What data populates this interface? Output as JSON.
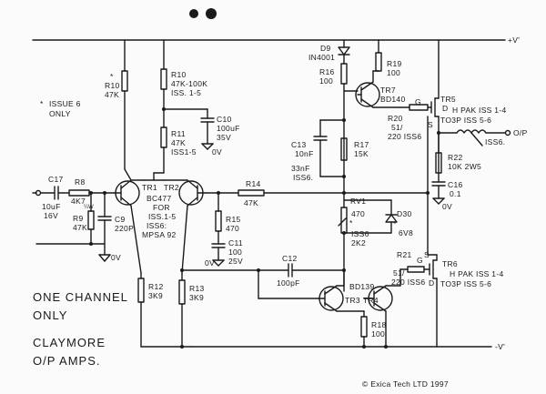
{
  "rails": {
    "positive": "+V'",
    "negative": "-V'"
  },
  "input_label": "",
  "output_label": "O/P",
  "notes": {
    "issue6_only": [
      "ISSUE 6",
      "ONLY"
    ],
    "asterisk": "*"
  },
  "title_block": {
    "line1": "ONE CHANNEL",
    "line2": "ONLY",
    "line3": "CLAYMORE",
    "line4": "O/P AMPS."
  },
  "copyright": "© Exica Tech LTD 1997",
  "components": {
    "r10a": [
      "R10",
      "47K"
    ],
    "r10b": [
      "R10",
      "47K-100K",
      "ISS. 1-5"
    ],
    "c10": [
      "C10",
      "100uF",
      "35V",
      "0V"
    ],
    "r11": [
      "R11",
      "47K",
      "ISS1-5"
    ],
    "c17": [
      "C17",
      "10uF",
      "16V"
    ],
    "r8": [
      "R8",
      "4K7"
    ],
    "r8_note": "¼W",
    "r9": [
      "R9",
      "47K"
    ],
    "c9": [
      "C9",
      "220P"
    ],
    "gnd_in": "0V",
    "tr12": [
      "TR1",
      "TR2",
      "BC477",
      "FOR",
      "ISS.1-5",
      "ISS6:",
      "MPSA 92"
    ],
    "r14": [
      "R14",
      "47K"
    ],
    "r15": [
      "R15",
      "470"
    ],
    "c11": [
      "C11",
      "100",
      "25V",
      "0V"
    ],
    "r12": [
      "R12",
      "3K9"
    ],
    "r13": [
      "R13",
      "3K9"
    ],
    "c12": [
      "C12",
      "100pF"
    ],
    "d9": [
      "D9",
      "IN4001"
    ],
    "r16": [
      "R16",
      "100"
    ],
    "tr7": [
      "TR7",
      "BD140"
    ],
    "r19": [
      "R19",
      "100"
    ],
    "tr5": [
      "TR5",
      "H PAK ISS 1-4",
      "TO3P ISS 5-6"
    ],
    "r20": [
      "R20",
      "51/",
      "220 ISS6"
    ],
    "gds_top": [
      "G",
      "D",
      "S"
    ],
    "c13": [
      "C13",
      "10nF",
      "33nF",
      "ISS6."
    ],
    "r17": [
      "R17",
      "15K"
    ],
    "rv1": [
      "RV1",
      "470",
      "ISS6",
      "2K2"
    ],
    "d30": [
      "D30",
      "6V8"
    ],
    "out_note": "ISS6.",
    "r22": [
      "R22",
      "10K 2W5"
    ],
    "c16": [
      "C16",
      "0.1",
      "0V"
    ],
    "tr34": [
      "BD139",
      "TR3",
      "TR4"
    ],
    "r21": [
      "R21",
      "51/",
      "220 ISS6"
    ],
    "gds_bot": [
      "G",
      "S",
      "D"
    ],
    "tr6": [
      "TR6",
      "H PAK ISS 1-4",
      "TO3P ISS 5-6"
    ],
    "r18": [
      "R18",
      "100"
    ]
  }
}
